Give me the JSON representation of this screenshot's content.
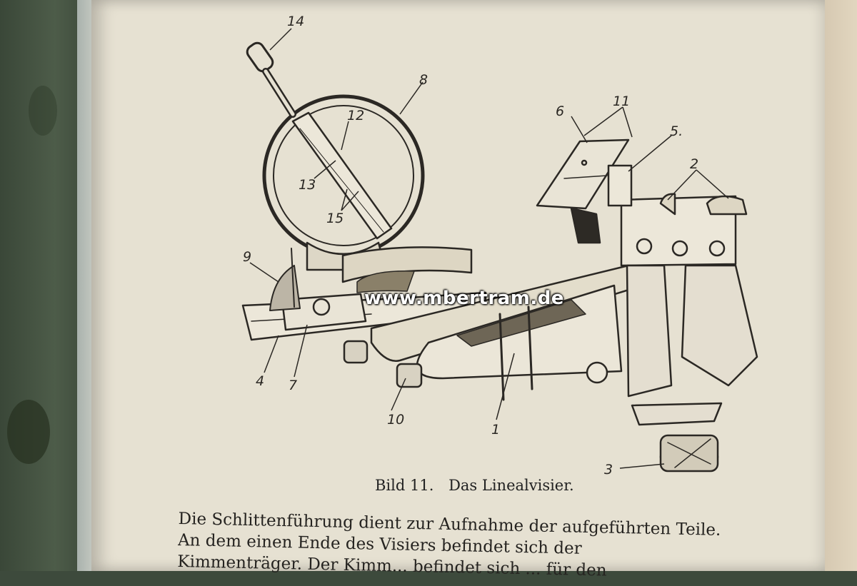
{
  "watermark": "www.mbertram.de",
  "caption": {
    "figure": "Bild 11.",
    "title": "Das Linealvisier."
  },
  "labels": {
    "l1": "1",
    "l2": "2",
    "l3": "3",
    "l4": "4",
    "l5": "5.",
    "l6": "6",
    "l7": "7",
    "l8": "8",
    "l9": "9",
    "l10": "10",
    "l11": "11",
    "l12": "12",
    "l13": "13",
    "l14": "14",
    "l15": "15"
  },
  "body_lines": [
    "Die Schlittenführung dient zur Aufnahme der aufgeführten Teile.",
    "An dem einen Ende des Visiers befindet sich der",
    "Kimmenträger. Der Kimm... befindet sich ... für den"
  ]
}
